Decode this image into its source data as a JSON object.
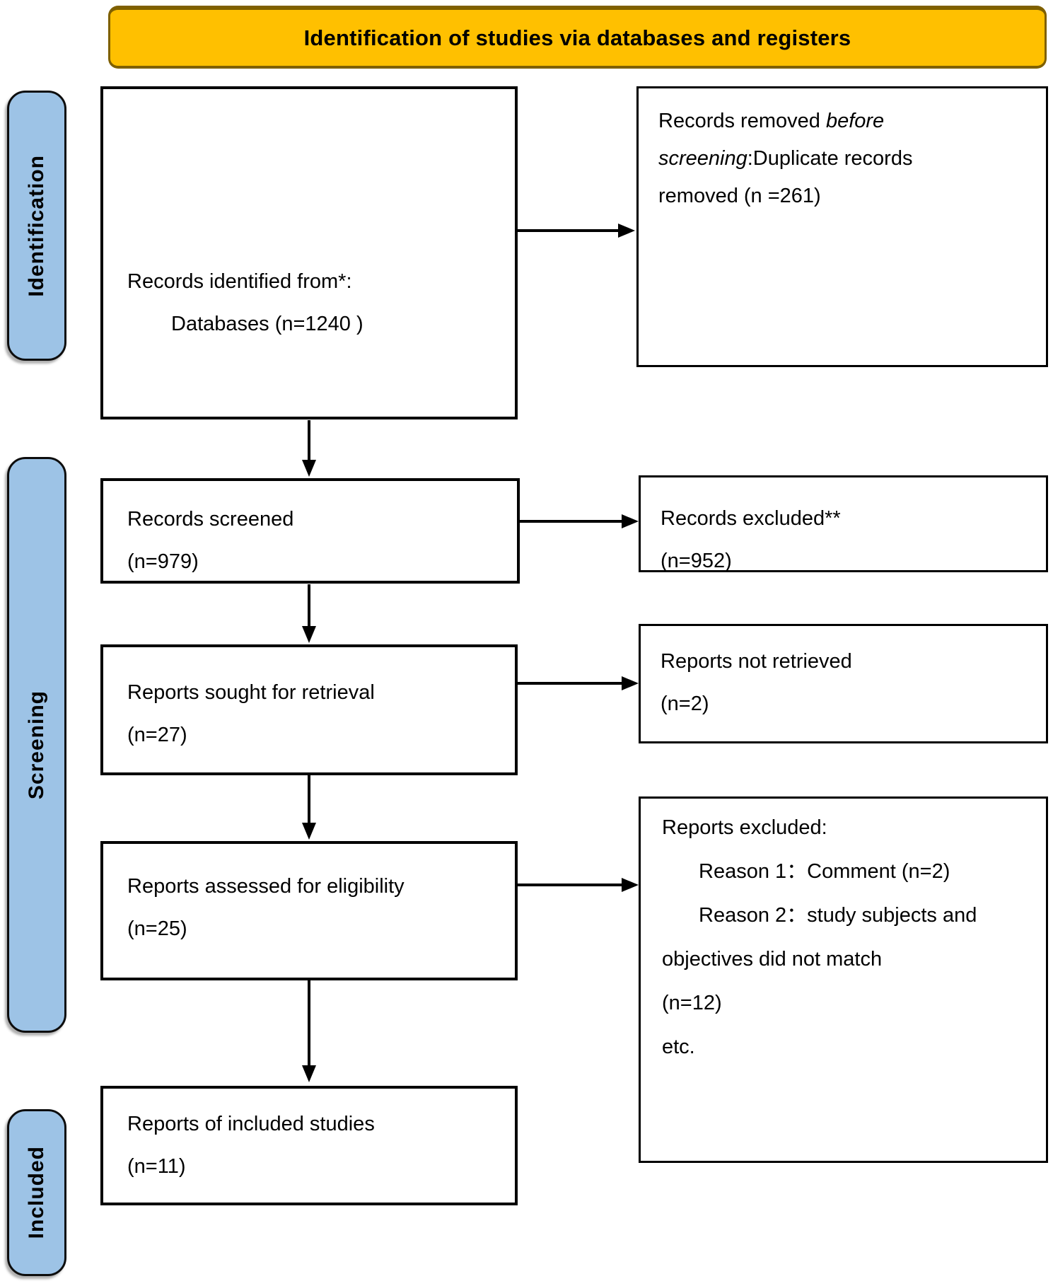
{
  "title": "Identification of studies via databases and registers",
  "stages": {
    "identification": "Identification",
    "screening": "Screening",
    "included": "Included"
  },
  "boxes": {
    "records_identified": {
      "line1": "Records identified from*:",
      "line2": "Databases (n=1240 )"
    },
    "records_removed": {
      "line1_text": "Records removed ",
      "line1_italic": "before",
      "line2_italic": "screening",
      "line2_text": ":Duplicate records",
      "line3": "removed (n =261)"
    },
    "records_screened": {
      "line1": "Records screened",
      "line2": "(n=979)"
    },
    "records_excluded": {
      "line1": "Records excluded**",
      "line2": "(n=952)"
    },
    "reports_sought": {
      "line1": "Reports sought for retrieval",
      "line2": "(n=27)"
    },
    "reports_not_retrieved": {
      "line1": "Reports not retrieved",
      "line2": "(n=2)"
    },
    "reports_assessed": {
      "line1": "Reports assessed for eligibility",
      "line2": "(n=25)"
    },
    "reports_excluded": {
      "line1": "Reports excluded:",
      "line2": "Reason 1：Comment (n=2)",
      "line3": "Reason 2：study subjects and",
      "line4": "objectives did not match",
      "line5": "(n=12)",
      "line6": "etc."
    },
    "reports_included": {
      "line1": "Reports of included studies",
      "line2": "(n=11)"
    }
  },
  "colors": {
    "banner_fill": "#FFC000",
    "banner_border": "#7F6000",
    "stage_tab_fill": "#9DC3E6",
    "box_border": "#000000",
    "text": "#000000",
    "background": "#FFFFFF"
  }
}
